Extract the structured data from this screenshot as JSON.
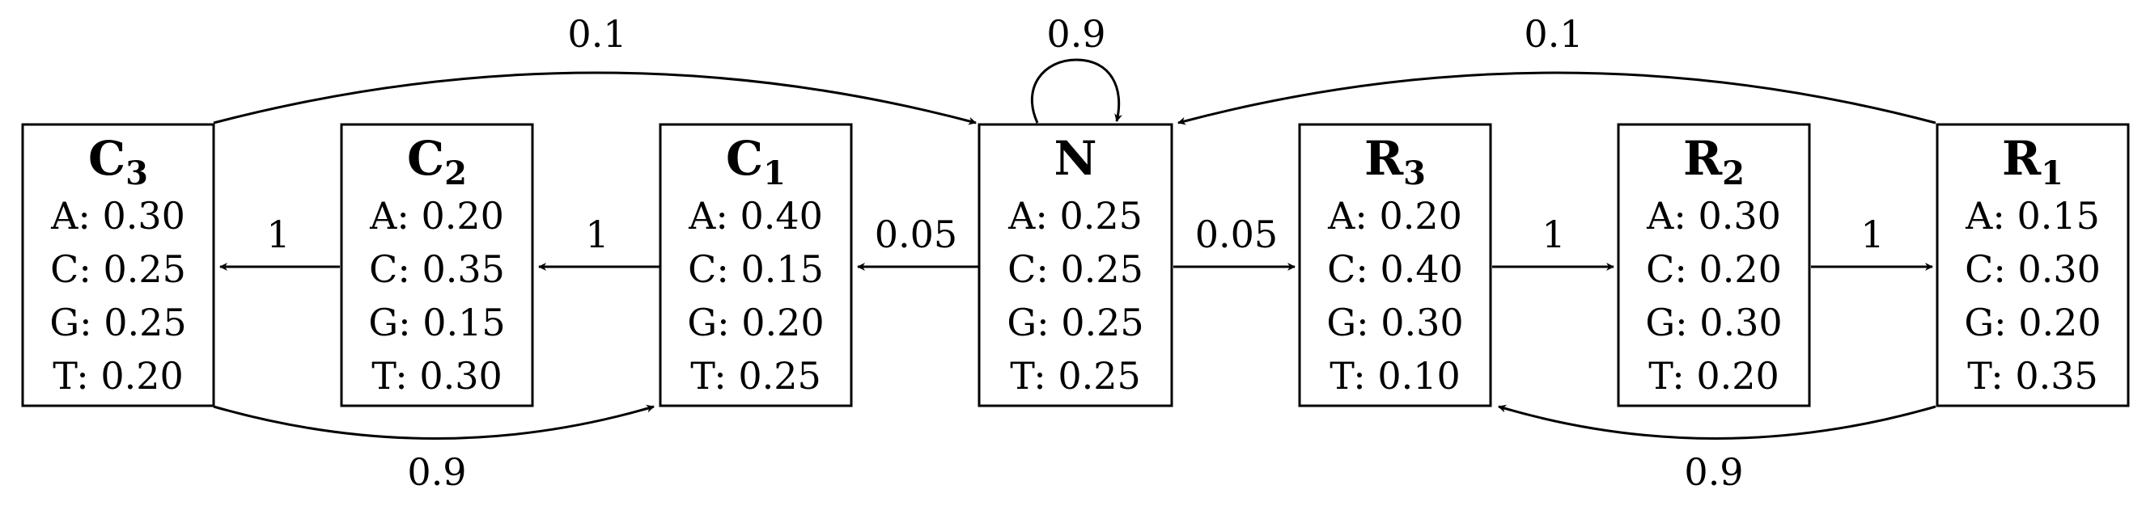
{
  "states": [
    {
      "id": "C3",
      "name": "C",
      "sub": "3",
      "emissions": [
        "A: 0.30",
        "C: 0.25",
        "G: 0.25",
        "T: 0.20"
      ]
    },
    {
      "id": "C2",
      "name": "C",
      "sub": "2",
      "emissions": [
        "A: 0.20",
        "C: 0.35",
        "G: 0.15",
        "T: 0.30"
      ]
    },
    {
      "id": "C1",
      "name": "C",
      "sub": "1",
      "emissions": [
        "A: 0.40",
        "C: 0.15",
        "G: 0.20",
        "T: 0.25"
      ]
    },
    {
      "id": "N",
      "name": "N",
      "sub": "",
      "emissions": [
        "A: 0.25",
        "C: 0.25",
        "G: 0.25",
        "T: 0.25"
      ]
    },
    {
      "id": "R3",
      "name": "R",
      "sub": "3",
      "emissions": [
        "A: 0.20",
        "C: 0.40",
        "G: 0.30",
        "T: 0.10"
      ]
    },
    {
      "id": "R2",
      "name": "R",
      "sub": "2",
      "emissions": [
        "A: 0.30",
        "C: 0.20",
        "G: 0.30",
        "T: 0.20"
      ]
    },
    {
      "id": "R1",
      "name": "R",
      "sub": "1",
      "emissions": [
        "A: 0.15",
        "C: 0.30",
        "G: 0.20",
        "T: 0.35"
      ]
    }
  ],
  "transitions": [
    {
      "id": "N-N",
      "from": "N",
      "to": "N",
      "label": "0.9"
    },
    {
      "id": "C3-N",
      "from": "C3",
      "to": "N",
      "label": "0.1"
    },
    {
      "id": "R1-N",
      "from": "R1",
      "to": "N",
      "label": "0.1"
    },
    {
      "id": "C2-C3",
      "from": "C2",
      "to": "C3",
      "label": "1"
    },
    {
      "id": "C1-C2",
      "from": "C1",
      "to": "C2",
      "label": "1"
    },
    {
      "id": "N-C1",
      "from": "N",
      "to": "C1",
      "label": "0.05"
    },
    {
      "id": "N-R3",
      "from": "N",
      "to": "R3",
      "label": "0.05"
    },
    {
      "id": "R3-R2",
      "from": "R3",
      "to": "R2",
      "label": "1"
    },
    {
      "id": "R2-R1",
      "from": "R2",
      "to": "R1",
      "label": "1"
    },
    {
      "id": "C3-C1",
      "from": "C3",
      "to": "C1",
      "label": "0.9"
    },
    {
      "id": "R1-R3",
      "from": "R1",
      "to": "R3",
      "label": "0.9"
    }
  ]
}
